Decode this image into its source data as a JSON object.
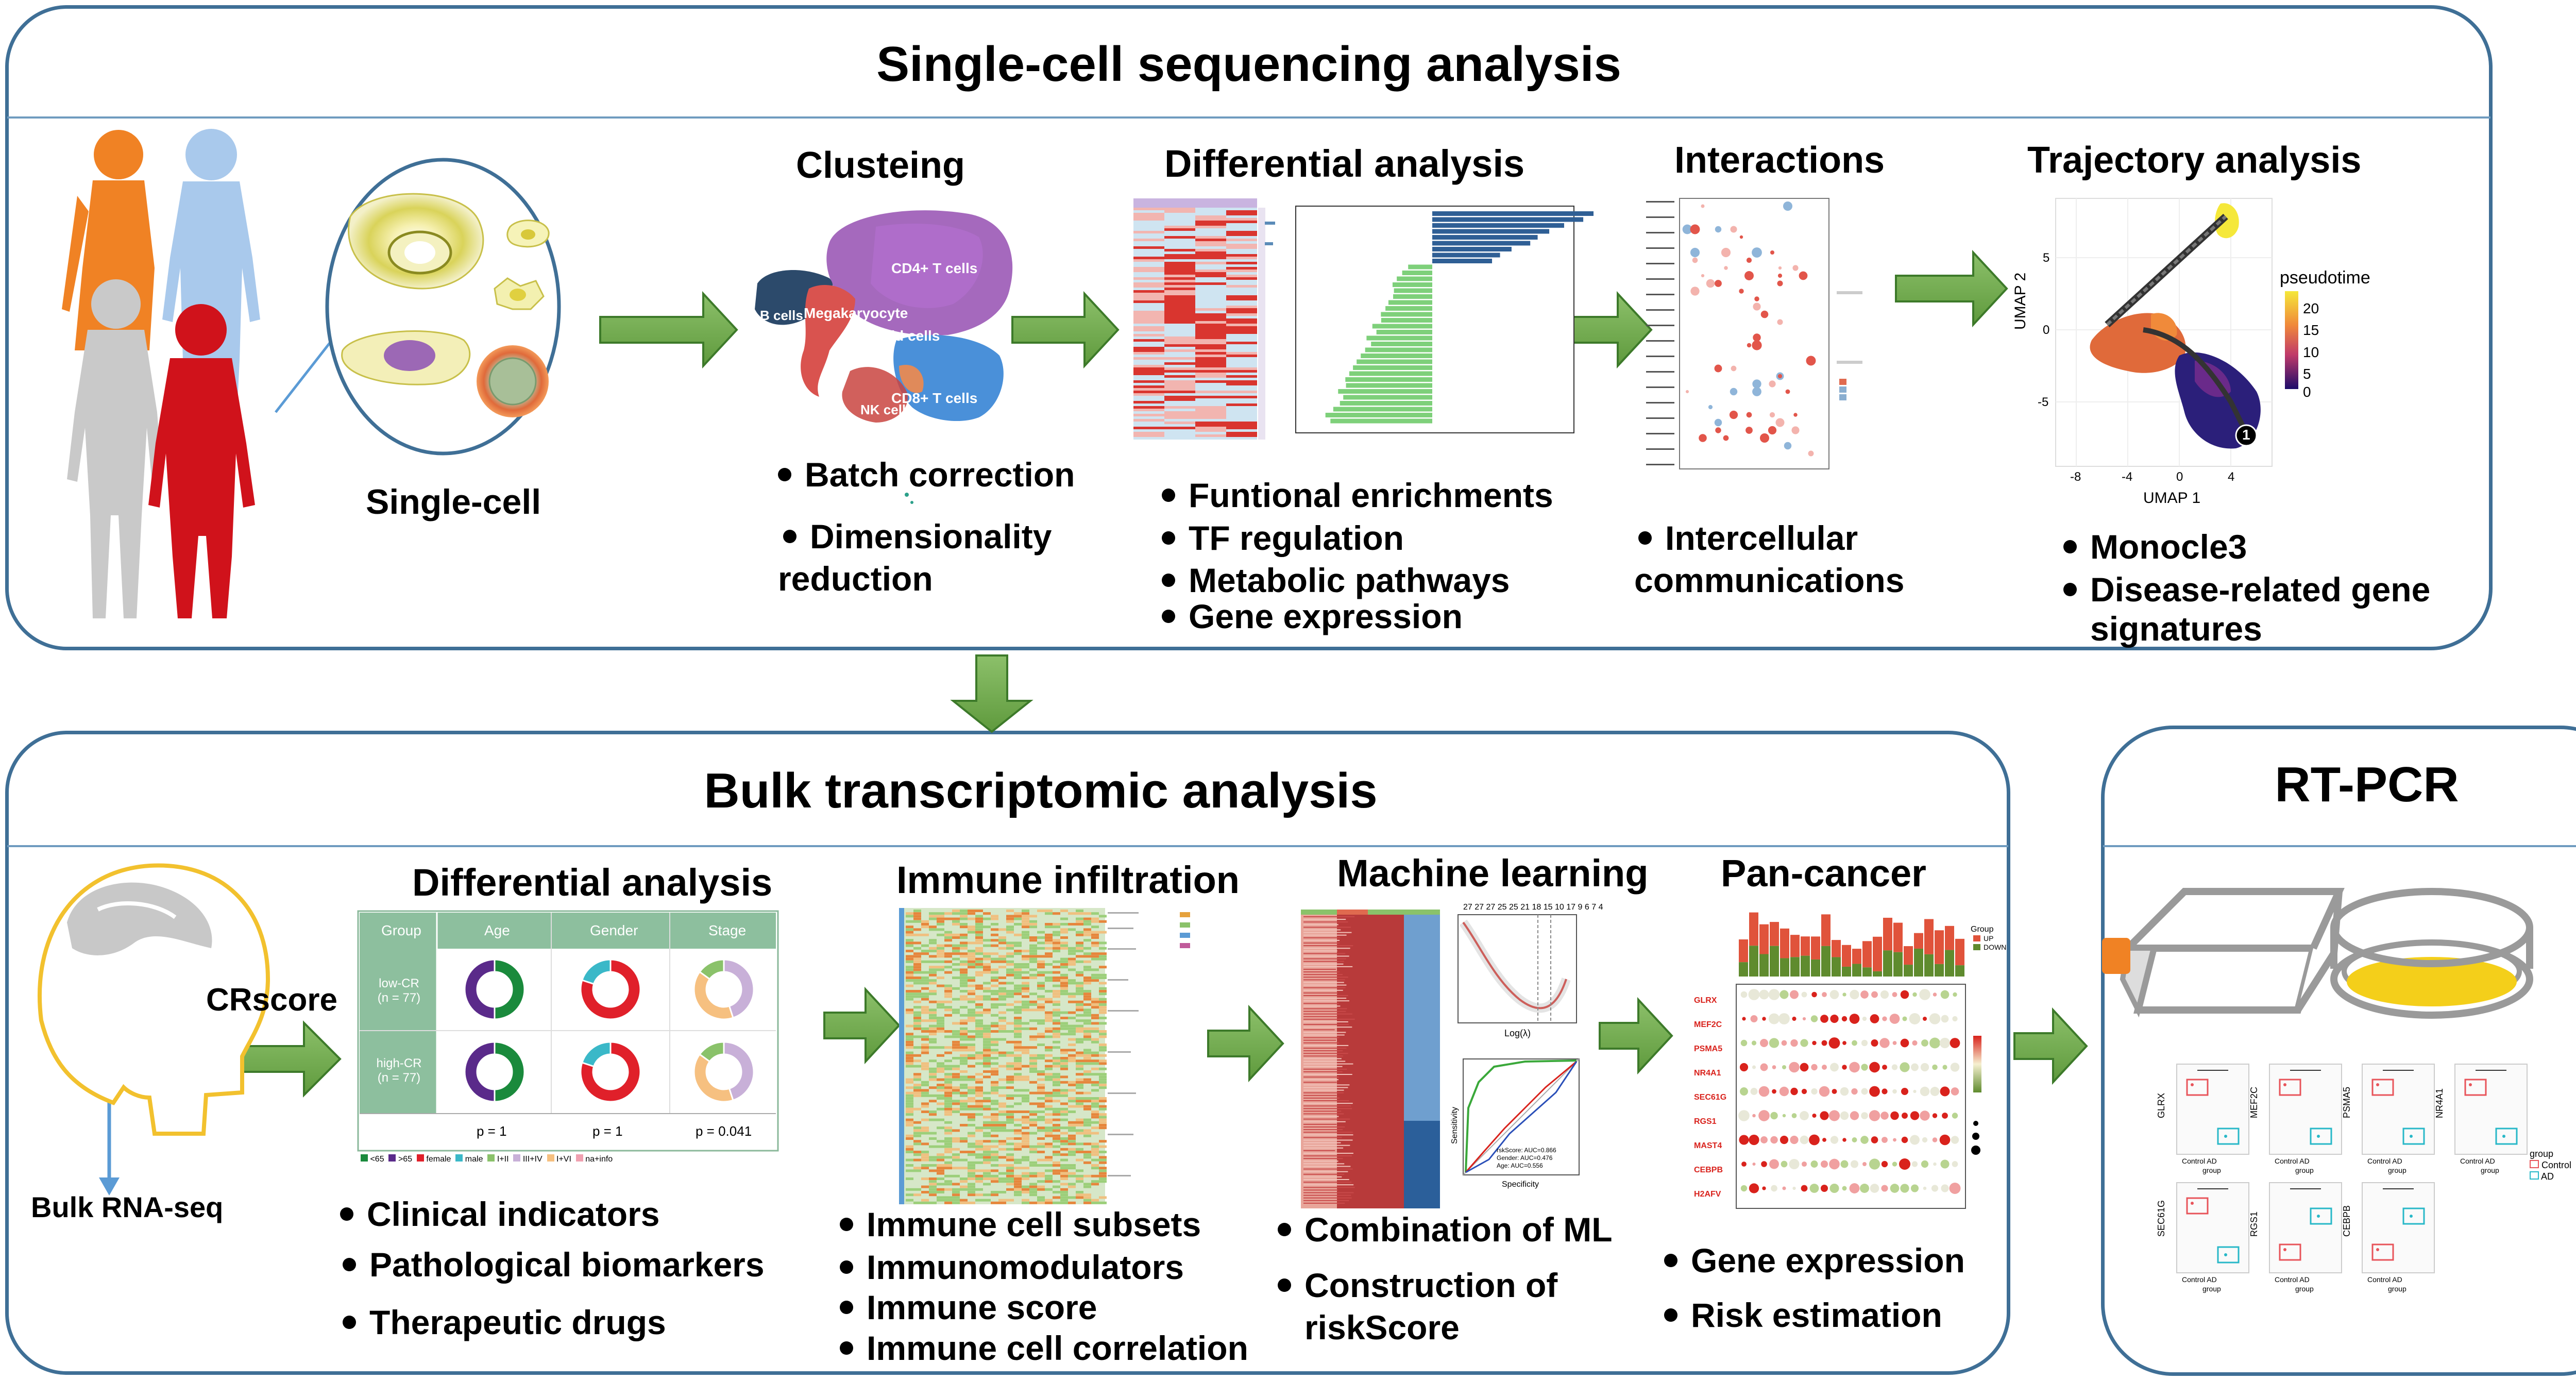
{
  "top_panel": {
    "title": "Single-cell sequencing analysis",
    "single_cell_label": "Single-cell",
    "clustering": {
      "title": "Clusteing",
      "cluster_labels": [
        "CD4+ T cells",
        "B cells",
        "Megakaryocyte",
        "Myeloid cells",
        "CD8+ T cells",
        "NK cells"
      ],
      "bullets": [
        "Batch correction",
        "Dimensionality",
        "reduction"
      ]
    },
    "differential": {
      "title": "Differential analysis",
      "bullets": [
        "Funtional enrichments",
        "TF regulation",
        "Metabolic pathways",
        "Gene expression"
      ]
    },
    "interactions": {
      "title": "Interactions",
      "bullets": [
        "Intercellular",
        "communications"
      ]
    },
    "trajectory": {
      "title": "Trajectory analysis",
      "legend_title": "pseudotime",
      "legend_ticks": [
        "20",
        "15",
        "10",
        "5",
        "0"
      ],
      "x_axis_label": "UMAP 1",
      "y_axis_label": "UMAP 2",
      "x_ticks": [
        "-8",
        "-4",
        "0",
        "4"
      ],
      "y_ticks": [
        "5",
        "0",
        "-5"
      ],
      "node_label": "1",
      "bullets": [
        "Monocle3",
        "Disease-related gene",
        "signatures"
      ]
    }
  },
  "bulk_panel": {
    "title": "Bulk transcriptomic analysis",
    "bulk_rna_label": "Bulk RNA-seq",
    "crscore_label": "CRscore",
    "differential": {
      "title": "Differential analysis",
      "table_headers": [
        "Group",
        "Age",
        "Gender",
        "Stage"
      ],
      "rows": [
        {
          "group": "low-CR",
          "n": "(n = 77)"
        },
        {
          "group": "high-CR",
          "n": "(n = 77)"
        }
      ],
      "p_values": [
        "p = 1",
        "p = 1",
        "p = 0.041"
      ],
      "legend_items": [
        "<65",
        ">65",
        "female",
        "male",
        "I+II",
        "III+IV",
        "I+VI",
        "na+info"
      ],
      "bullets": [
        "Clinical indicators",
        "Pathological biomarkers",
        "Therapeutic drugs"
      ]
    },
    "immune": {
      "title": "Immune infiltration",
      "bullets": [
        "Immune cell subsets",
        "Immunomodulators",
        "Immune score",
        "Immune cell correlation"
      ]
    },
    "ml": {
      "title": "Machine learning",
      "axis_top": [
        "27",
        "27",
        "27",
        "25",
        "25",
        "21",
        "18",
        "15",
        "10",
        "17",
        "9",
        "6",
        "7",
        "4"
      ],
      "lambda_label": "Log(λ)",
      "specificity_label": "Specificity",
      "sensitivity_label": "Sensitivity",
      "roc_legend": [
        "rskScore: AUC=0.866",
        "Gender: AUC=0.476",
        "Age: AUC=0.556"
      ],
      "bullets": [
        "Combination of ML",
        "Construction of",
        "riskScore"
      ]
    },
    "pancancer": {
      "title": "Pan-cancer",
      "genes": [
        "GLRX",
        "MEF2C",
        "PSMA5",
        "NR4A1",
        "SEC61G",
        "RGS1",
        "MAST4",
        "CEBPB",
        "H2AFV"
      ],
      "legend_group": "Group",
      "legend_up": "UP",
      "legend_down": "DOWN",
      "bullets": [
        "Gene expression",
        "Risk estimation"
      ]
    }
  },
  "rtpcr_panel": {
    "title": "RT-PCR",
    "genes": [
      "GLRX",
      "MEF2C",
      "PSMA5",
      "NR4A1",
      "SEC61G",
      "RGS1",
      "CEBPB"
    ],
    "x_categories": [
      "Control",
      "AD"
    ],
    "x_label": "group",
    "legend_title": "group",
    "legend_items": [
      "Control",
      "AD"
    ]
  },
  "colors": {
    "panel_border": "#3f6f96",
    "arrow_green": "#6aa84f",
    "control_red": "#e8545a",
    "ad_cyan": "#28b8c8",
    "up_red": "#e0533b",
    "down_green": "#5f8b2e"
  }
}
